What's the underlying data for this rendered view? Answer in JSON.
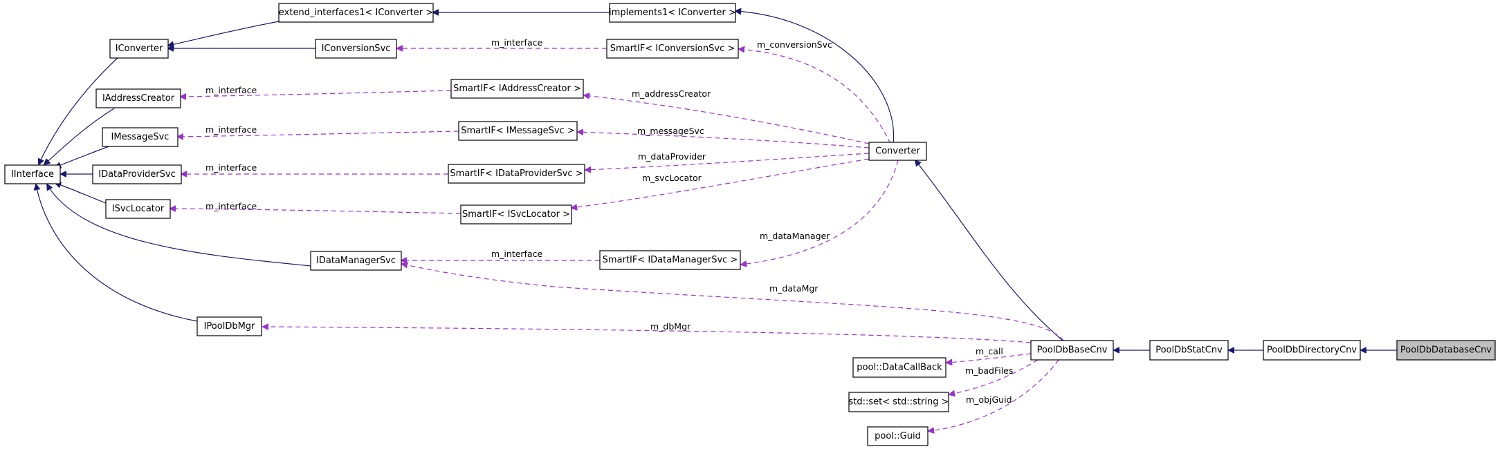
{
  "nodes": {
    "iinterface": "IInterface",
    "iconverter": "IConverter",
    "iaddresscreator": "IAddressCreator",
    "imessagesvc": "IMessageSvc",
    "idataprovidersvc": "IDataProviderSvc",
    "isvclocator": "ISvcLocator",
    "idatamanagersvc": "IDataManagerSvc",
    "ipooldbmgr": "IPoolDbMgr",
    "extend_interfaces": "extend_interfaces1< IConverter >",
    "implements1": "implements1< IConverter >",
    "iconversionsvc": "IConversionSvc",
    "smartif_conversionsvc": "SmartIF< IConversionSvc >",
    "smartif_addresscreator": "SmartIF< IAddressCreator >",
    "smartif_messagesvc": "SmartIF< IMessageSvc >",
    "smartif_dataprovidersvc": "SmartIF< IDataProviderSvc >",
    "smartif_svclocator": "SmartIF< ISvcLocator >",
    "smartif_datamanagersvc": "SmartIF< IDataManagerSvc >",
    "converter": "Converter",
    "pooldbbasecnv": "PoolDbBaseCnv",
    "pooldbstatcnv": "PoolDbStatCnv",
    "pooldbdirectorycnv": "PoolDbDirectoryCnv",
    "pooldbdatabasecnv": "PoolDbDatabaseCnv",
    "datacallback": "pool::DataCallBack",
    "stdset": "std::set< std::string >",
    "poolguid": "pool::Guid"
  },
  "edge_labels": {
    "m_interface": "m_interface",
    "m_conversionSvc": "m_conversionSvc",
    "m_addressCreator": "m_addressCreator",
    "m_messageSvc": "m_messageSvc",
    "m_dataProvider": "m_dataProvider",
    "m_svcLocator": "m_svcLocator",
    "m_dataManager": "m_dataManager",
    "m_dataMgr": "m_dataMgr",
    "m_dbMgr": "m_dbMgr",
    "m_call": "m_call",
    "m_badFiles": "m_badFiles",
    "m_objGuid": "m_objGuid"
  },
  "colors": {
    "inheritance": "#191970",
    "member": "#9a32cd",
    "highlight_fill": "#bfbfbf",
    "node_border": "#000000"
  },
  "highlighted_node": "pooldbdatabasecnv"
}
